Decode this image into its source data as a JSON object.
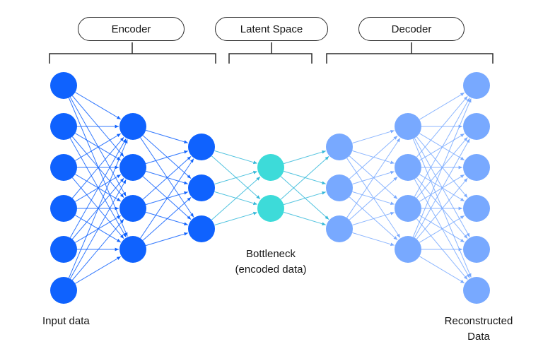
{
  "sections": {
    "encoder": "Encoder",
    "latent_space": "Latent Space",
    "decoder": "Decoder"
  },
  "captions": {
    "input": "Input data",
    "bottleneck_line1": "Bottleneck",
    "bottleneck_line2": "(encoded data)",
    "reconstructed_line1": "Reconstructed",
    "reconstructed_line2": "Data"
  },
  "network": {
    "layer_sizes": [
      6,
      4,
      3,
      2,
      3,
      4,
      6
    ],
    "layer_roles": [
      "input",
      "encoder",
      "encoder",
      "bottleneck",
      "decoder",
      "decoder",
      "output"
    ]
  },
  "colors": {
    "encoder_node": "#0f62fe",
    "bottleneck_node": "#3ddbd9",
    "decoder_node": "#78a9ff",
    "bracket": "#2b2b2b"
  }
}
